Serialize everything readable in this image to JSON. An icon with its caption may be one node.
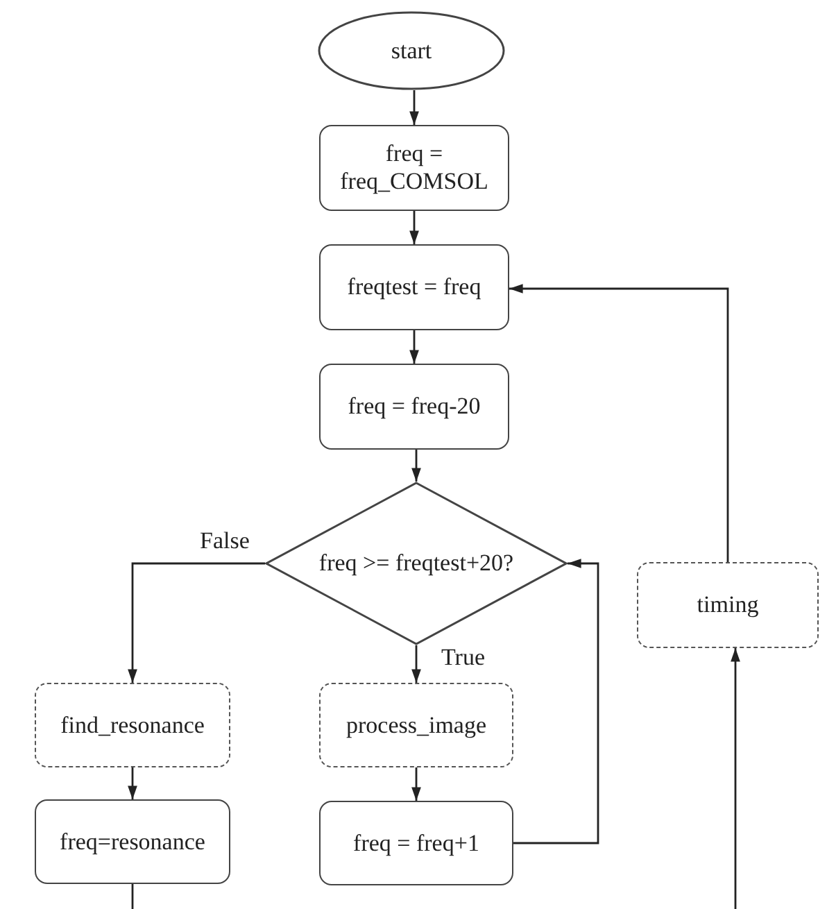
{
  "diagram": {
    "nodes": [
      {
        "text": [
          "start"
        ]
      },
      {
        "text": [
          "freq = freq_COMSOL"
        ]
      },
      {
        "text": [
          "freqtest = freq"
        ]
      },
      {
        "text": [
          "freq = freq-20"
        ]
      },
      {
        "text": [
          "freq >= freqtest+20?"
        ]
      },
      {
        "text": [
          "find_resonance"
        ]
      },
      {
        "text": [
          "process_image"
        ]
      },
      {
        "text": [
          "freq=resonance"
        ]
      },
      {
        "text": [
          "freq = freq+1"
        ]
      },
      {
        "text": [
          "timing"
        ]
      }
    ],
    "edges": [
      {
        "from": 0,
        "to": 1,
        "arrow": "to"
      },
      {
        "from": 1,
        "to": 2,
        "arrow": "to"
      },
      {
        "from": 2,
        "to": 3,
        "arrow": "to"
      },
      {
        "from": 3,
        "to": 4,
        "arrow": "to"
      },
      {
        "from": 4,
        "to": 5,
        "arrow": "to",
        "label": "False"
      },
      {
        "from": 4,
        "to": 6,
        "arrow": "to",
        "label": "True"
      },
      {
        "from": 5,
        "to": 7,
        "arrow": "to"
      },
      {
        "from": 6,
        "to": 8,
        "arrow": "to"
      },
      {
        "from": 8,
        "to": 4,
        "arrow": "to"
      },
      {
        "from": 7,
        "to": null,
        "arrow": "none"
      },
      {
        "from": null,
        "to": 9,
        "arrow": "to"
      },
      {
        "from": 9,
        "to": 2,
        "arrow": "to"
      }
    ]
  }
}
